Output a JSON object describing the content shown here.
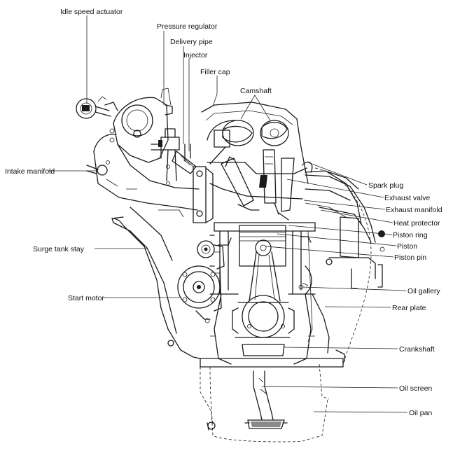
{
  "labels": {
    "idle_speed_actuator": "Idle speed actuator",
    "pressure_regulator": "Pressure regulator",
    "delivery_pipe": "Delivery pipe",
    "injector": "Injector",
    "filler_cap": "Filler cap",
    "camshaft": "Camshaft",
    "intake_manifold": "Intake manifold",
    "spark_plug": "Spark plug",
    "exhaust_valve": "Exhaust valve",
    "exhaust_manifold": "Exhaust manifold",
    "heat_protector": "Heat protector",
    "piston_ring": "Piston ring",
    "piston": "Piston",
    "piston_pin": "Piston pin",
    "surge_tank_stay": "Surge tank stay",
    "start_motor": "Start motor",
    "oil_gallery": "Oil gallery",
    "rear_plate": "Rear plate",
    "crankshaft": "Crankshaft",
    "oil_screen": "Oil screen",
    "oil_pan": "Oil pan"
  }
}
